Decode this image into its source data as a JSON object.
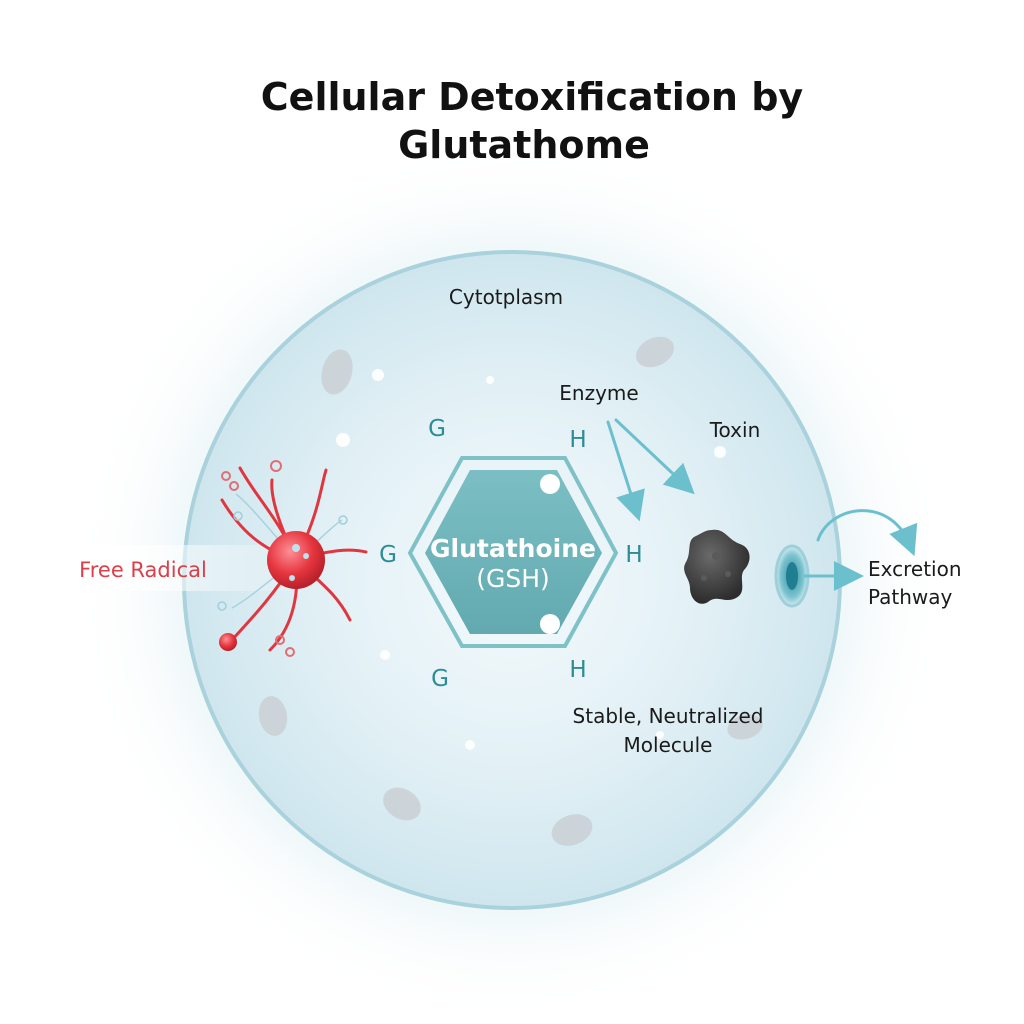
{
  "title": {
    "line1": "Cellular Detoxification by",
    "line2": "Glutathome"
  },
  "labels": {
    "cytoplasm": "Cytotplasm",
    "enzyme": "Enzyme",
    "toxin": "Toxin",
    "free_radical": "Free Radical",
    "excretion_line1": "Excretion",
    "excretion_line2": "Pathway",
    "stable_line1": "Stable, Neutralized",
    "stable_line2": "Molecule"
  },
  "hexagon": {
    "name": "Glutathoine",
    "abbr": "(GSH)",
    "letters": {
      "top_left": "G",
      "left": "G",
      "bottom_left": "G",
      "top_right": "H",
      "right": "H",
      "bottom_right": "H"
    }
  },
  "colors": {
    "cell_border": "#a9d2dc",
    "hexagon_fill": "#6fb7bc",
    "letters": "#2d8c95",
    "free_radical": "#e0363f",
    "toxin": "#3a3a3a",
    "arrows": "#6cc0cd"
  }
}
